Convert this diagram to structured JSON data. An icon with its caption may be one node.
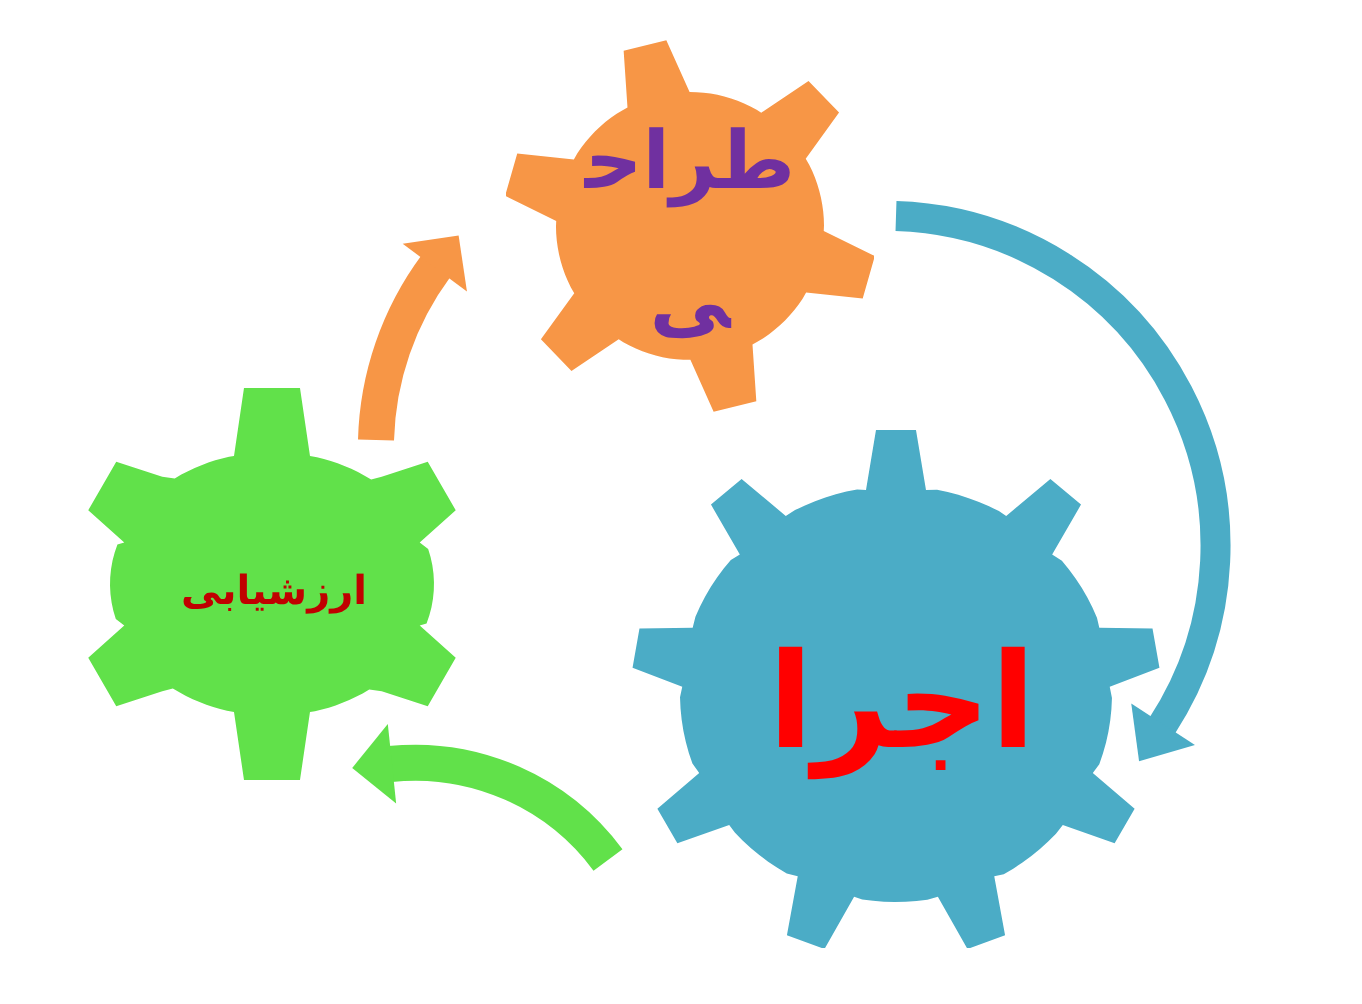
{
  "diagram": {
    "nodes": [
      {
        "text": [
          "طراحی"
        ]
      },
      {
        "text": [
          "ارزشیابی"
        ]
      },
      {
        "text": [
          "اجرا"
        ]
      }
    ],
    "edges": [
      {
        "from": 0,
        "to": 2,
        "arrow": "to",
        "color": "#4bacc6"
      },
      {
        "from": 2,
        "to": 1,
        "arrow": "to",
        "color": "#61e14a"
      },
      {
        "from": 1,
        "to": 0,
        "arrow": "to",
        "color": "#f79646"
      }
    ]
  }
}
